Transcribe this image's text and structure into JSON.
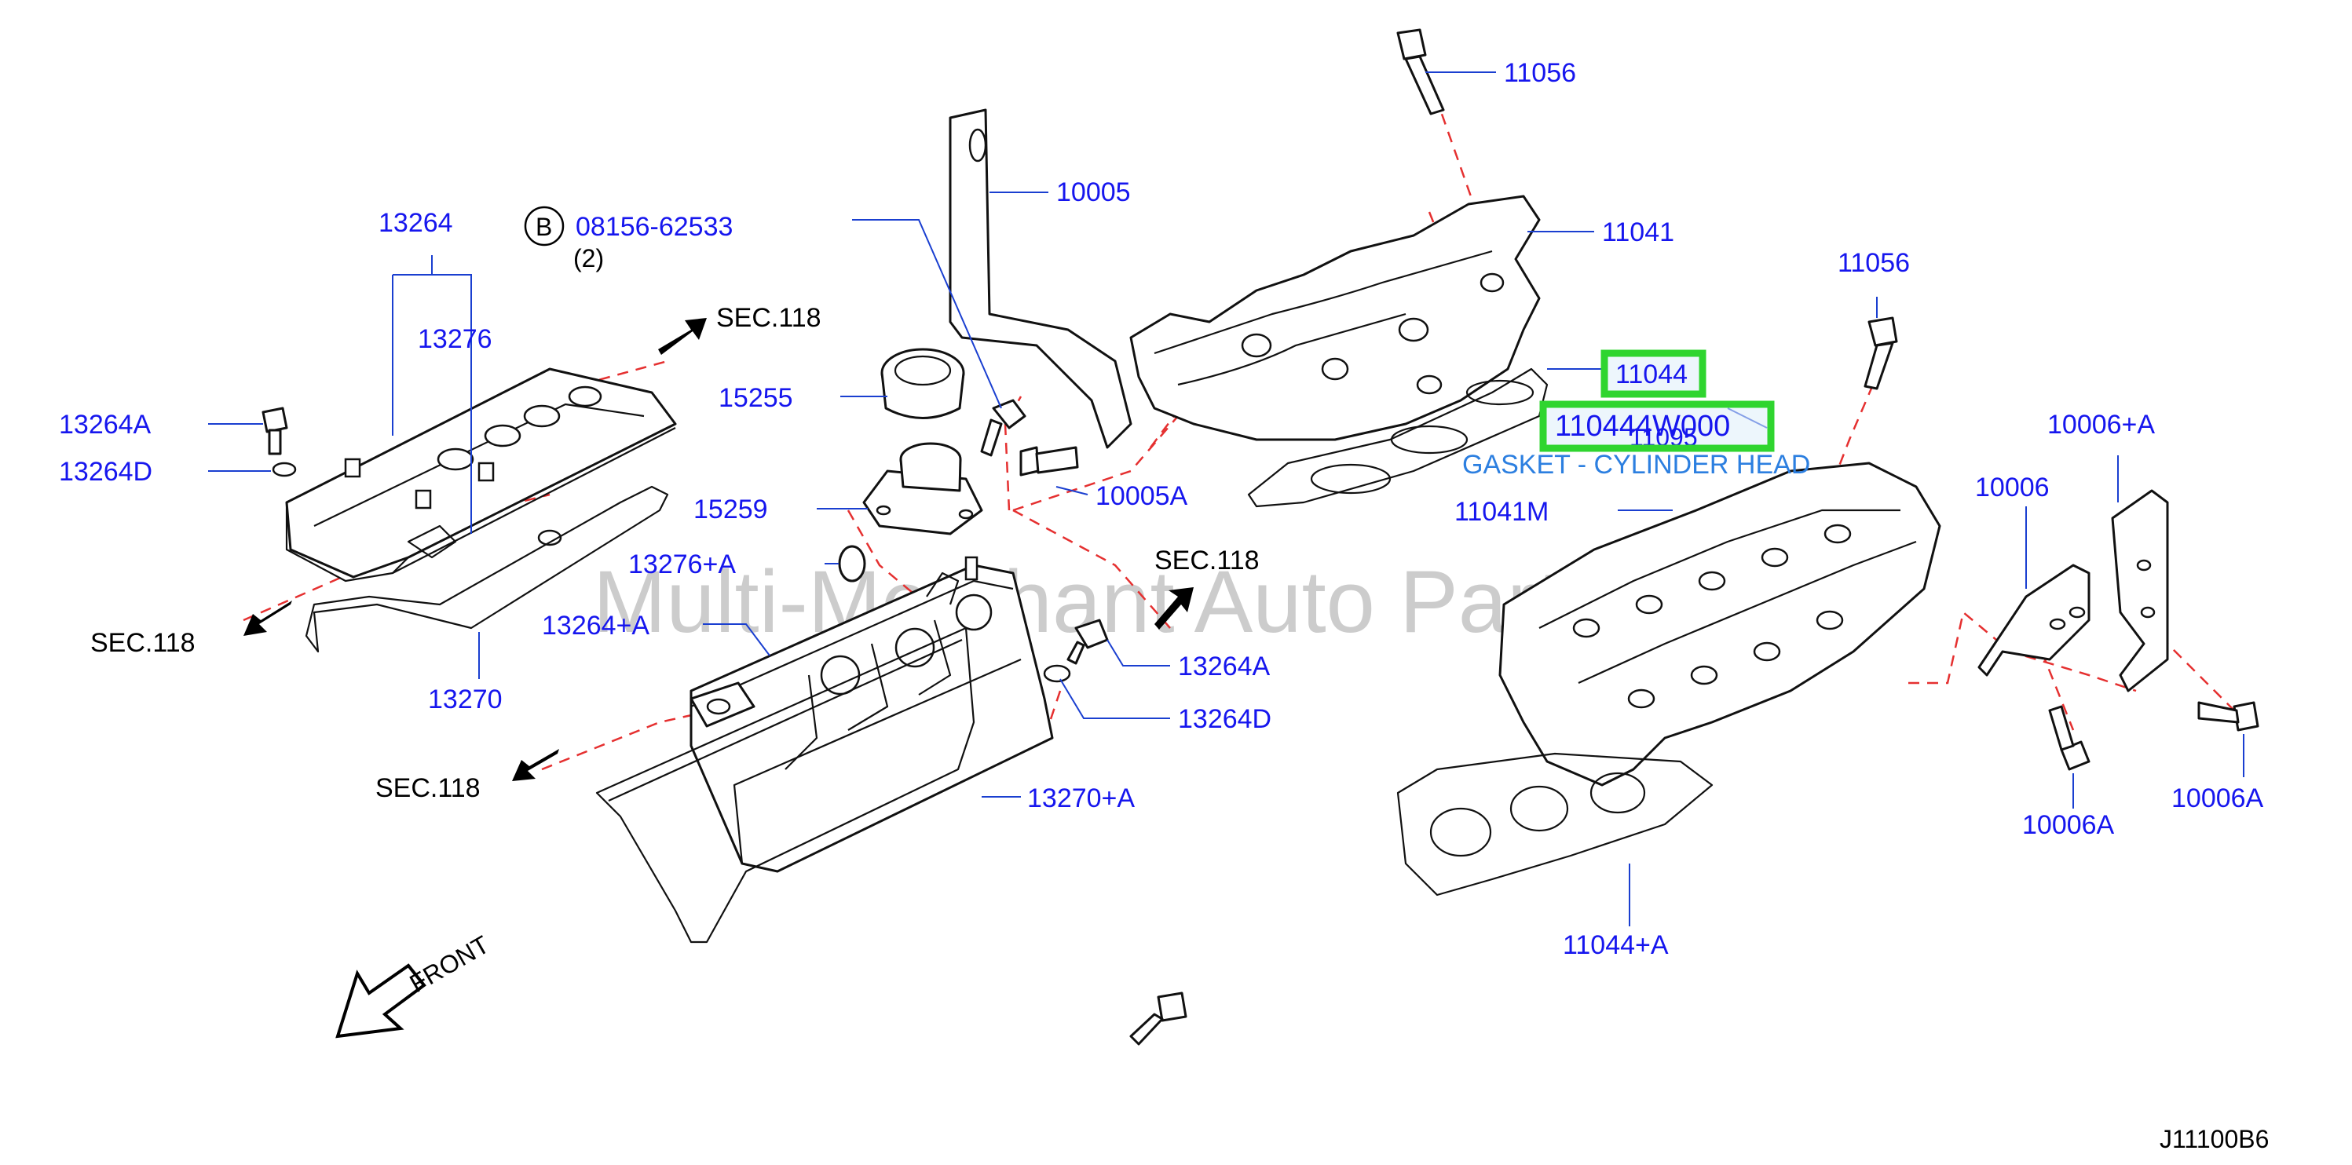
{
  "diagram_id": "J11100B6",
  "watermark": "Multi-Merchant Auto Partstore",
  "front_label": "FRONT",
  "highlight": {
    "part_number": "110444W000",
    "description": "GASKET - CYLINDER HEAD",
    "hidden_part": "11095"
  },
  "bolt_ref": {
    "badge": "B",
    "number": "08156-62533",
    "qty": "(2)"
  },
  "parts": {
    "p11056a": "11056",
    "p11056b": "11056",
    "p10005": "10005",
    "p11041": "11041",
    "p13264": "13264",
    "p13276": "13276",
    "p13264A_left": "13264A",
    "p13264D_left": "13264D",
    "p15255": "15255",
    "p11044": "11044",
    "p10005A": "10005A",
    "p15259": "15259",
    "p10006A_top": "10006+A",
    "p10006": "10006",
    "p11041M": "11041M",
    "p13276A": "13276+A",
    "p13264pA": "13264+A",
    "p13270": "13270",
    "p13264A_mid": "13264A",
    "p13264D_mid": "13264D",
    "p13270A": "13270+A",
    "p10006A_a": "10006A",
    "p10006A_b": "10006A",
    "p11044A": "11044+A"
  },
  "sections": {
    "s1": "SEC.118",
    "s2": "SEC.118",
    "s3": "SEC.118",
    "s4": "SEC.118"
  }
}
